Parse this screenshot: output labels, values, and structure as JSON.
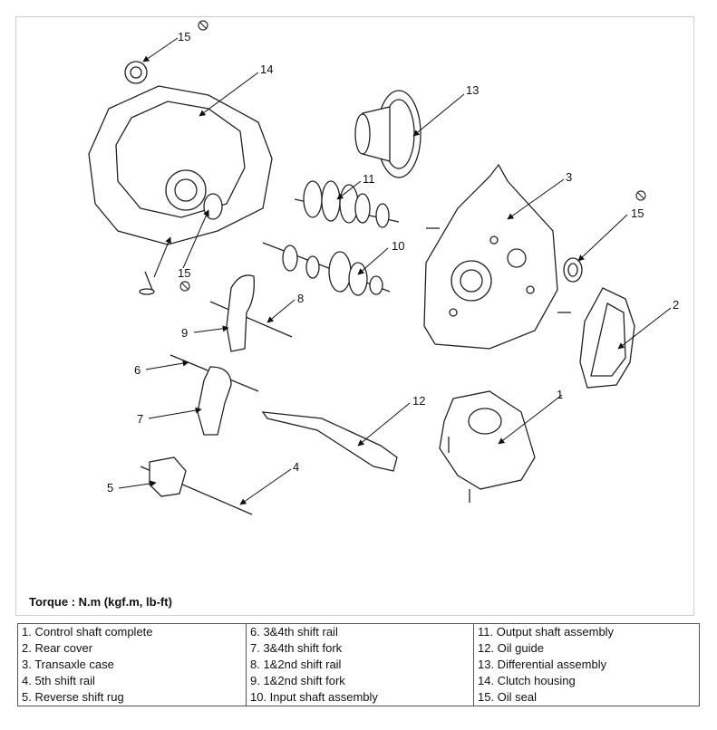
{
  "callouts": [
    "1",
    "2",
    "3",
    "4",
    "5",
    "6",
    "7",
    "8",
    "9",
    "10",
    "11",
    "12",
    "13",
    "14",
    "15"
  ],
  "torque_note": "Torque : N.m (kgf.m, lb-ft)",
  "legend": [
    [
      "1. Control shaft complete",
      "6. 3&4th shift rail",
      "11. Output shaft assembly"
    ],
    [
      "2. Rear cover",
      "7. 3&4th shift fork",
      "12. Oil guide"
    ],
    [
      "3. Transaxle case",
      "8. 1&2nd shift rail",
      "13. Differential assembly"
    ],
    [
      "4. 5th shift rail",
      "9. 1&2nd shift fork",
      "14. Clutch housing"
    ],
    [
      "5. Reverse shift rug",
      "10. Input shaft assembly",
      "15. Oil seal"
    ]
  ]
}
